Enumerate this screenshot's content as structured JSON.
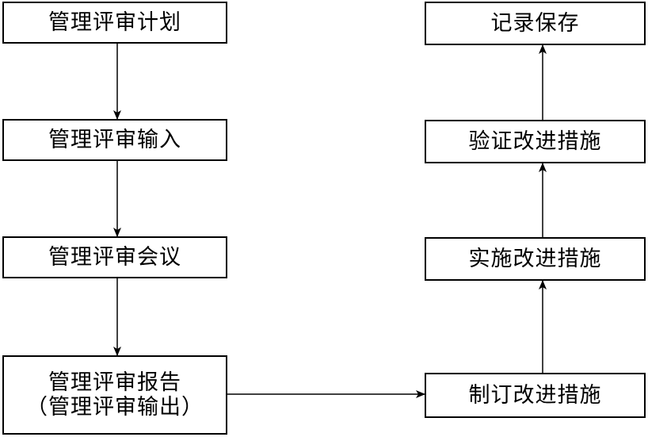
{
  "left_column": {
    "plan": "管理评审计划",
    "input": "管理评审输入",
    "meeting": "管理评审会议",
    "report_line1": "管理评审报告",
    "report_line2": "（管理评审输出）"
  },
  "right_column": {
    "formulate": "制订改进措施",
    "implement": "实施改进措施",
    "verify": "验证改进措施",
    "record": "记录保存"
  },
  "colors": {
    "line": "#000000",
    "box_border": "#000000",
    "background": "#ffffff"
  }
}
